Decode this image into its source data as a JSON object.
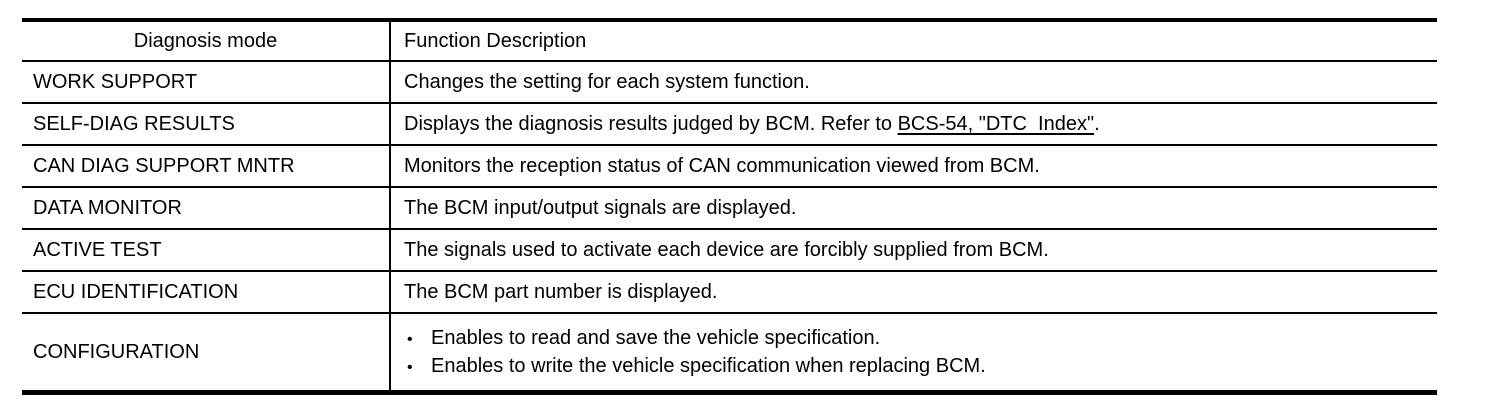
{
  "table": {
    "header": {
      "diagnosis_mode": "Diagnosis mode",
      "function_description": "Function Description"
    },
    "rows": {
      "work_support": {
        "mode": "WORK SUPPORT",
        "desc": "Changes the setting for each system function."
      },
      "self_diag": {
        "mode": "SELF-DIAG RESULTS",
        "desc_prefix": "Displays the diagnosis results judged by BCM. Refer to ",
        "link": "BCS-54, \"DTC  Index\"",
        "desc_suffix": "."
      },
      "can_diag": {
        "mode": "CAN DIAG SUPPORT MNTR",
        "desc": "Monitors the reception status of CAN communication viewed from BCM."
      },
      "data_monitor": {
        "mode": "DATA MONITOR",
        "desc": "The BCM input/output signals are displayed."
      },
      "active_test": {
        "mode": "ACTIVE TEST",
        "desc": "The signals used to activate each device are forcibly supplied from BCM."
      },
      "ecu_identification": {
        "mode": "ECU IDENTIFICATION",
        "desc": "The BCM part number is displayed."
      },
      "configuration": {
        "mode": "CONFIGURATION",
        "bullet_char": "•",
        "bullet1": "Enables to read and save the vehicle specification.",
        "bullet2": "Enables to write the vehicle specification when replacing BCM."
      }
    }
  }
}
